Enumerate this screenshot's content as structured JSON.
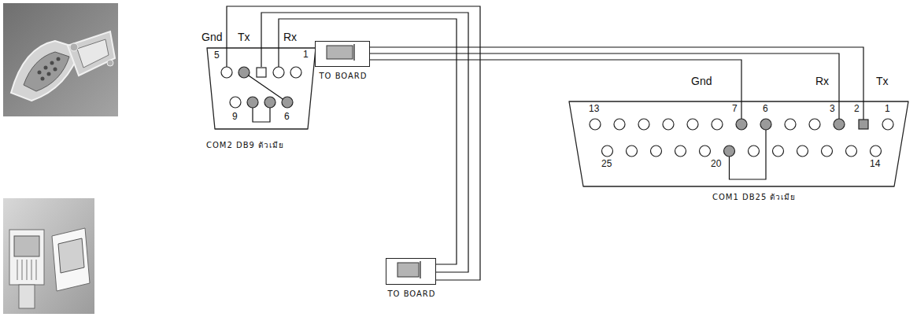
{
  "diagram": {
    "nodes": [
      {
        "text": [
          "COM2 DB9 ตัวเมีย"
        ]
      },
      {
        "text": [
          "TO BOARD"
        ]
      },
      {
        "text": [
          "TO BOARD"
        ]
      },
      {
        "text": [
          "COM1 DB25 ตัวเมีย"
        ]
      }
    ],
    "edges": [
      {
        "from": 0,
        "to": 1,
        "arrow": "none"
      },
      {
        "from": 0,
        "to": 1,
        "arrow": "none"
      },
      {
        "from": 0,
        "to": 1,
        "arrow": "none"
      },
      {
        "from": 3,
        "to": 2,
        "arrow": "none"
      },
      {
        "from": 3,
        "to": 2,
        "arrow": "none"
      },
      {
        "from": 3,
        "to": 2,
        "arrow": "none"
      }
    ],
    "labels": [
      "Gnd",
      "Tx",
      "Rx",
      "5",
      "1",
      "9",
      "6",
      "Gnd",
      "Rx",
      "Tx",
      "13",
      "7",
      "6",
      "3",
      "2",
      "1",
      "25",
      "20",
      "14"
    ]
  }
}
